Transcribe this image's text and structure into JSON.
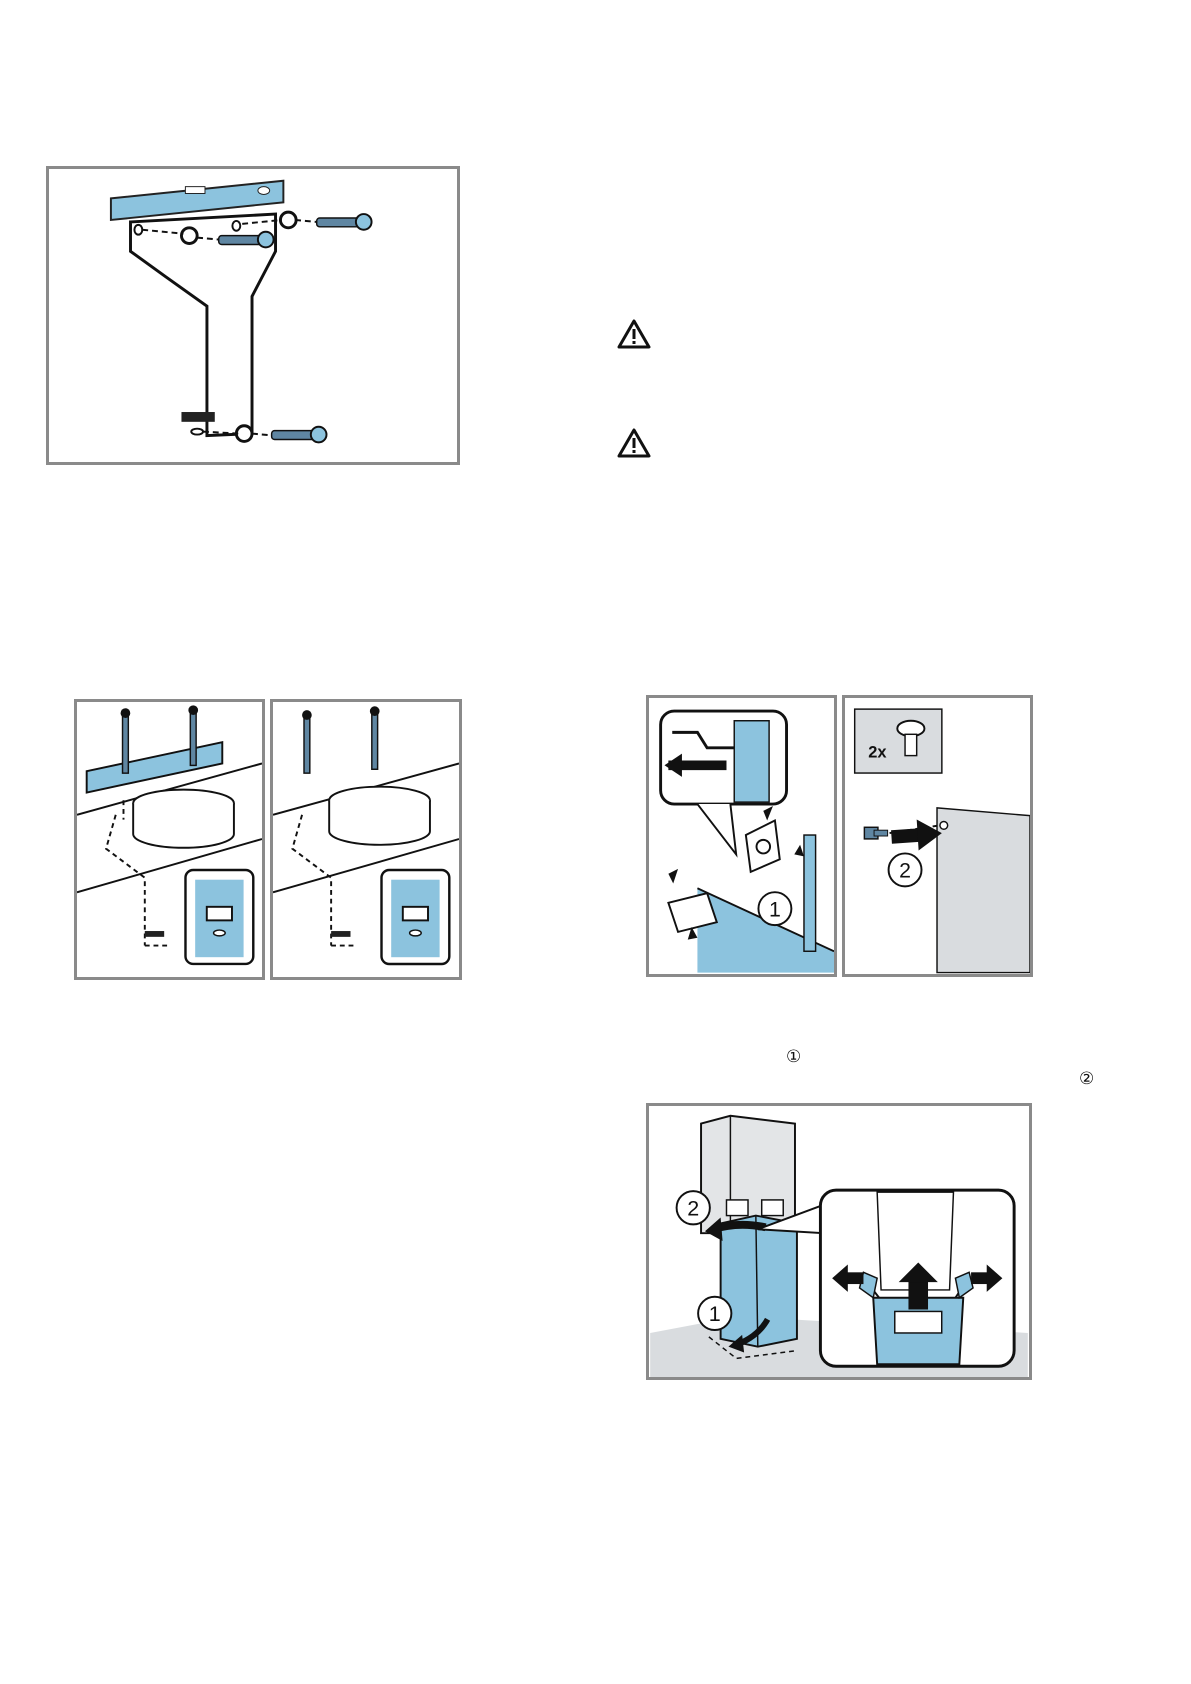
{
  "page": {
    "background": "#ffffff",
    "accent_blue": "#8cc3de",
    "frame_gray": "#8a8a8a",
    "panel_gray": "#d9dcdf"
  },
  "icons": {
    "warning_1": "warning-triangle-icon",
    "warning_2": "warning-triangle-icon"
  },
  "figures": {
    "screw_pack_label": "2x",
    "clip_panel_marker_1": "1",
    "clip_panel_marker_2": "2",
    "chimney_marker_1": "1",
    "chimney_marker_2": "2"
  },
  "text_markers": {
    "step_1": "①",
    "step_2": "②"
  }
}
